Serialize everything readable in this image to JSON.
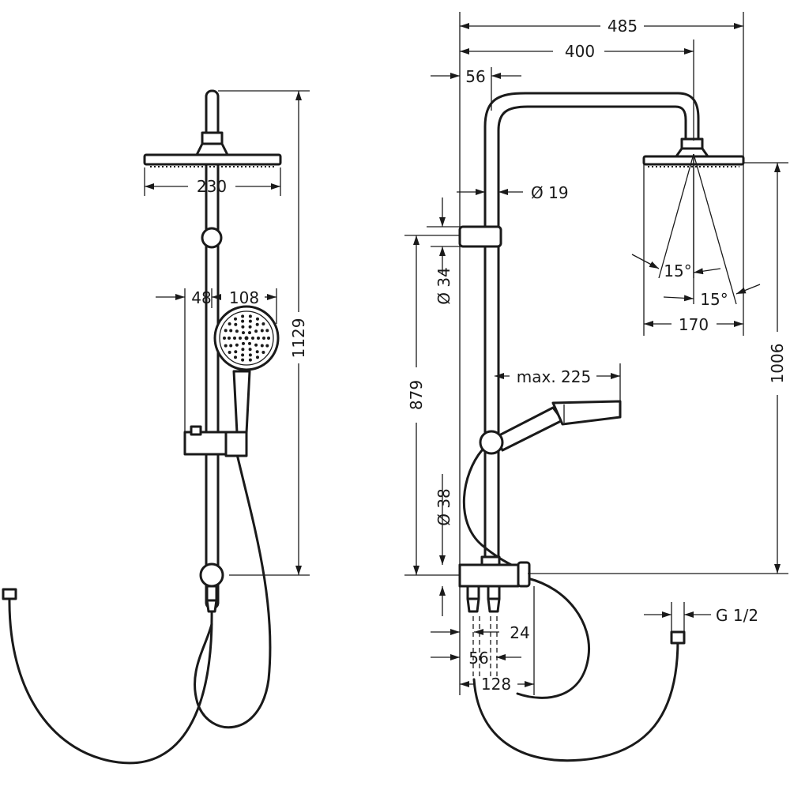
{
  "drawing": {
    "front_view": {
      "dim_head_width": "230",
      "dim_offset_48": "48",
      "dim_hand_shower_108": "108",
      "dim_total_height": "1129"
    },
    "side_view": {
      "dim_overall_width": "485",
      "dim_arm_reach": "400",
      "dim_wall_distance": "56",
      "dim_pipe_diameter": "Ø 19",
      "dim_holder_diameter": "Ø 34",
      "dim_holder_height": "879",
      "dim_spray_angle_1": "15°",
      "dim_spray_angle_2": "15°",
      "dim_head_diameter": "170",
      "dim_hand_shower_reach": "max. 225",
      "dim_head_height": "1006",
      "dim_mixer_diameter": "Ø 38",
      "dim_connector_24": "24",
      "dim_connector_56": "56",
      "dim_mixer_depth": "128",
      "dim_thread": "G 1/2"
    }
  }
}
